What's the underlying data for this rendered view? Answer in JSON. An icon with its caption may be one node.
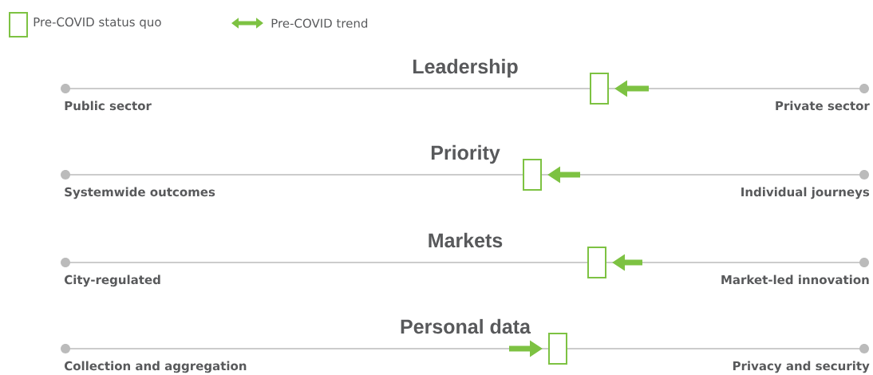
{
  "diagram": {
    "nodes": [
      {
        "text": [],
        "shape": "box"
      },
      {
        "text": [],
        "shape": "box"
      },
      {
        "text": [],
        "shape": "box"
      },
      {
        "text": [],
        "shape": "box"
      }
    ],
    "edges": [
      {
        "from": null,
        "to": 0,
        "arrow": "to"
      },
      {
        "from": null,
        "to": 1,
        "arrow": "to"
      },
      {
        "from": null,
        "to": 2,
        "arrow": "to"
      },
      {
        "from": null,
        "to": 3,
        "arrow": "to"
      }
    ],
    "labels": [
      "Leadership",
      "Public sector",
      "Private sector",
      "Priority",
      "Systemwide outcomes",
      "Individual journeys",
      "Markets",
      "City-regulated",
      "Market-led innovation",
      "Personal data",
      "Collection and aggregation",
      "Privacy and security"
    ],
    "legend": [
      {
        "text": "Pre-COVID status quo"
      },
      {
        "text": "Pre-COVID trend"
      }
    ]
  }
}
